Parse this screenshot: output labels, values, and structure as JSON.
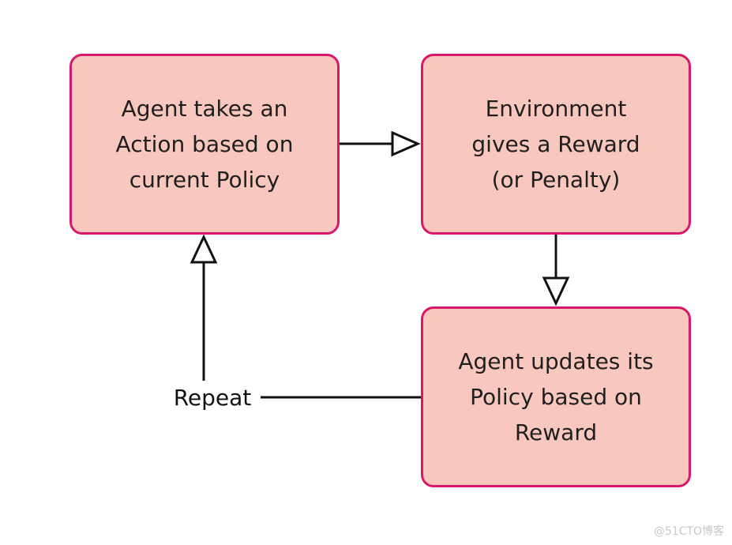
{
  "nodes": {
    "action": {
      "text": "Agent takes an\nAction based on\ncurrent Policy"
    },
    "environment": {
      "text": "Environment\ngives a Reward\n(or Penalty)"
    },
    "update": {
      "text": "Agent updates its\nPolicy based on\nReward"
    }
  },
  "edge_labels": {
    "repeat": "Repeat"
  },
  "colors": {
    "box_fill": "#f8c7be",
    "box_border": "#d8186a",
    "connector": "#111111"
  },
  "watermark": "@51CTO博客"
}
